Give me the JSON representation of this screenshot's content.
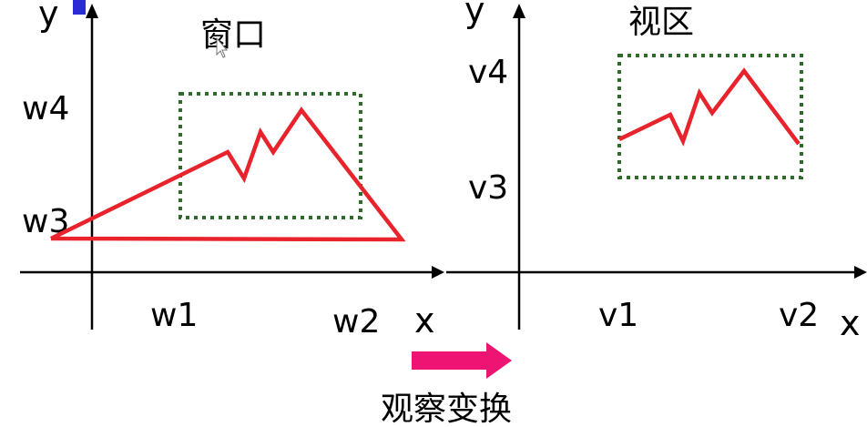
{
  "left_panel": {
    "title": "窗口",
    "x_axis_label": "x",
    "y_axis_label": "y",
    "x_ticks": [
      "w1",
      "w2"
    ],
    "y_ticks": [
      "w4",
      "w3"
    ]
  },
  "right_panel": {
    "title": "视区",
    "x_axis_label": "x",
    "y_axis_label": "y",
    "x_ticks": [
      "v1",
      "v2"
    ],
    "y_ticks": [
      "v4",
      "v3"
    ]
  },
  "transform_label": "观察变换",
  "colors": {
    "shape": "#e8232b",
    "dotted_frame": "#2f6b2a",
    "arrow": "#ee1473",
    "axis": "#000000",
    "corner_mark": "#2b2bd6"
  }
}
